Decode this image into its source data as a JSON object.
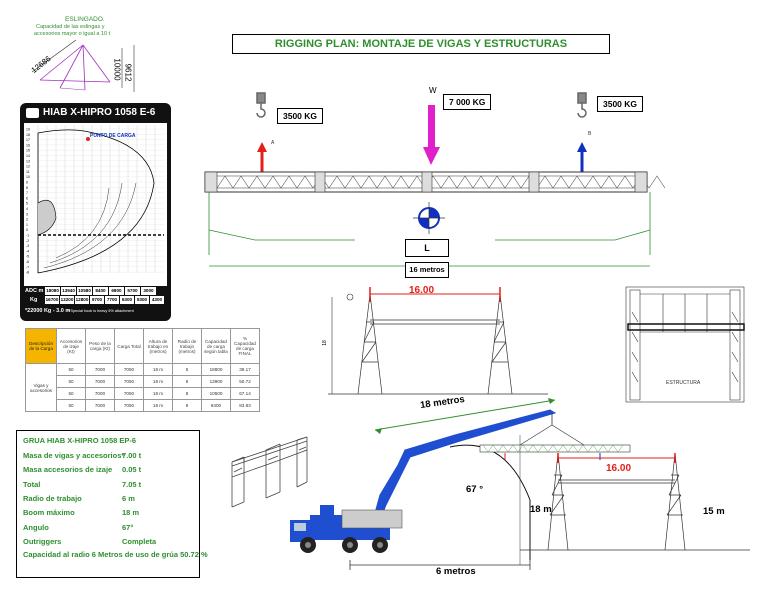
{
  "sling": {
    "title": "ESLINGADO.",
    "note_line1": "Capacidad de las eslingas y",
    "note_line2": "accesorios mayor o igual a 10 t",
    "dim_sling": "12686",
    "dim_right": "10000",
    "dim_height": "9612"
  },
  "header": {
    "title": "RIGGING PLAN: MONTAJE DE VIGAS Y ESTRUCTURAS"
  },
  "beam": {
    "load_a": "3500 KG",
    "load_w": "7 000 KG",
    "load_b": "3500 KG",
    "w_letter": "W",
    "a_letter": "A",
    "b_letter": "B",
    "l_label": "L",
    "span_label": "16 metros"
  },
  "crane_chart": {
    "model": "HIAB X-HIPRO 1058 E-6",
    "point_label": "PUNTO DE CARGA",
    "row_m_label": "ADC m",
    "row_kg_label": "Kg",
    "bottom_note": "*22000 Kg - 3.0 m",
    "bottom_note2": "* Special hook is heavy 5% attachment",
    "ydiv": [
      "19",
      "18",
      "17",
      "16",
      "15",
      "14",
      "13",
      "12",
      "11",
      "10",
      "9",
      "8",
      "7",
      "6",
      "5",
      "4",
      "3",
      "2",
      "1",
      "0",
      "-1",
      "-2",
      "-3",
      "-4",
      "-5",
      "-6",
      "-7",
      "-8"
    ],
    "meters": [
      "18080",
      "13940",
      "10580",
      "8400",
      "6800",
      "5700",
      "3000"
    ],
    "kgs": [
      "16700",
      "13200",
      "12800",
      "9700",
      "7700",
      "6300",
      "5300",
      "4300"
    ]
  },
  "load_table": {
    "headers": [
      "Descripción de la Carga",
      "Accesorios de izaje (Kt)",
      "Peso de la carga (Kt)",
      "Carga Total",
      "Altura de trabajo en (metros)",
      "Radio de trabajo (metros)",
      "Capacidad de carga según tabla",
      "% Capacidad de carga FINAL"
    ],
    "desc": "Vigas y accesorios",
    "rows": [
      [
        "50",
        "7000",
        "7050",
        "18 m",
        "5",
        "18800",
        "39.17"
      ],
      [
        "50",
        "7000",
        "7050",
        "18 m",
        "6",
        "13900",
        "50.72"
      ],
      [
        "50",
        "7000",
        "7050",
        "18 m",
        "8",
        "10500",
        "67.14"
      ],
      [
        "50",
        "7000",
        "7050",
        "18 m",
        "9",
        "8400",
        "83.93"
      ]
    ]
  },
  "summary": {
    "title": "GRUA HIAB X-HIPRO 1058 EP-6",
    "rows": [
      {
        "label": "Masa de vigas y accesorios*",
        "value": "7.00 t"
      },
      {
        "label": "Masa accesorios de izaje",
        "value": "0.05 t"
      },
      {
        "label": "Total",
        "value": "7.05 t"
      },
      {
        "label": "Radio de trabajo",
        "value": "6 m"
      },
      {
        "label": "Boom máximo",
        "value": "18 m"
      },
      {
        "label": "Angulo",
        "value": "67°"
      },
      {
        "label": "Outriggers",
        "value": "Completa"
      }
    ],
    "footer": "Capacidad al radio 6 Metros de uso de grúa 50.72 %"
  },
  "portal_top": {
    "span": "16.00",
    "height_label": "18"
  },
  "portal_side": {
    "caption": "ESTRUCTURA"
  },
  "crane_scene": {
    "boom_length": "18 metros",
    "angle": "67 °",
    "radius": "6 metros",
    "span": "16.00",
    "left_height": "18 m",
    "right_height": "15 m"
  },
  "colors": {
    "green": "#2f8f2f",
    "red": "#e0201c",
    "magenta": "#e020c8",
    "blue": "#1030c0",
    "crane_blue": "#1f4fd0",
    "yellow": "#f5b400"
  }
}
